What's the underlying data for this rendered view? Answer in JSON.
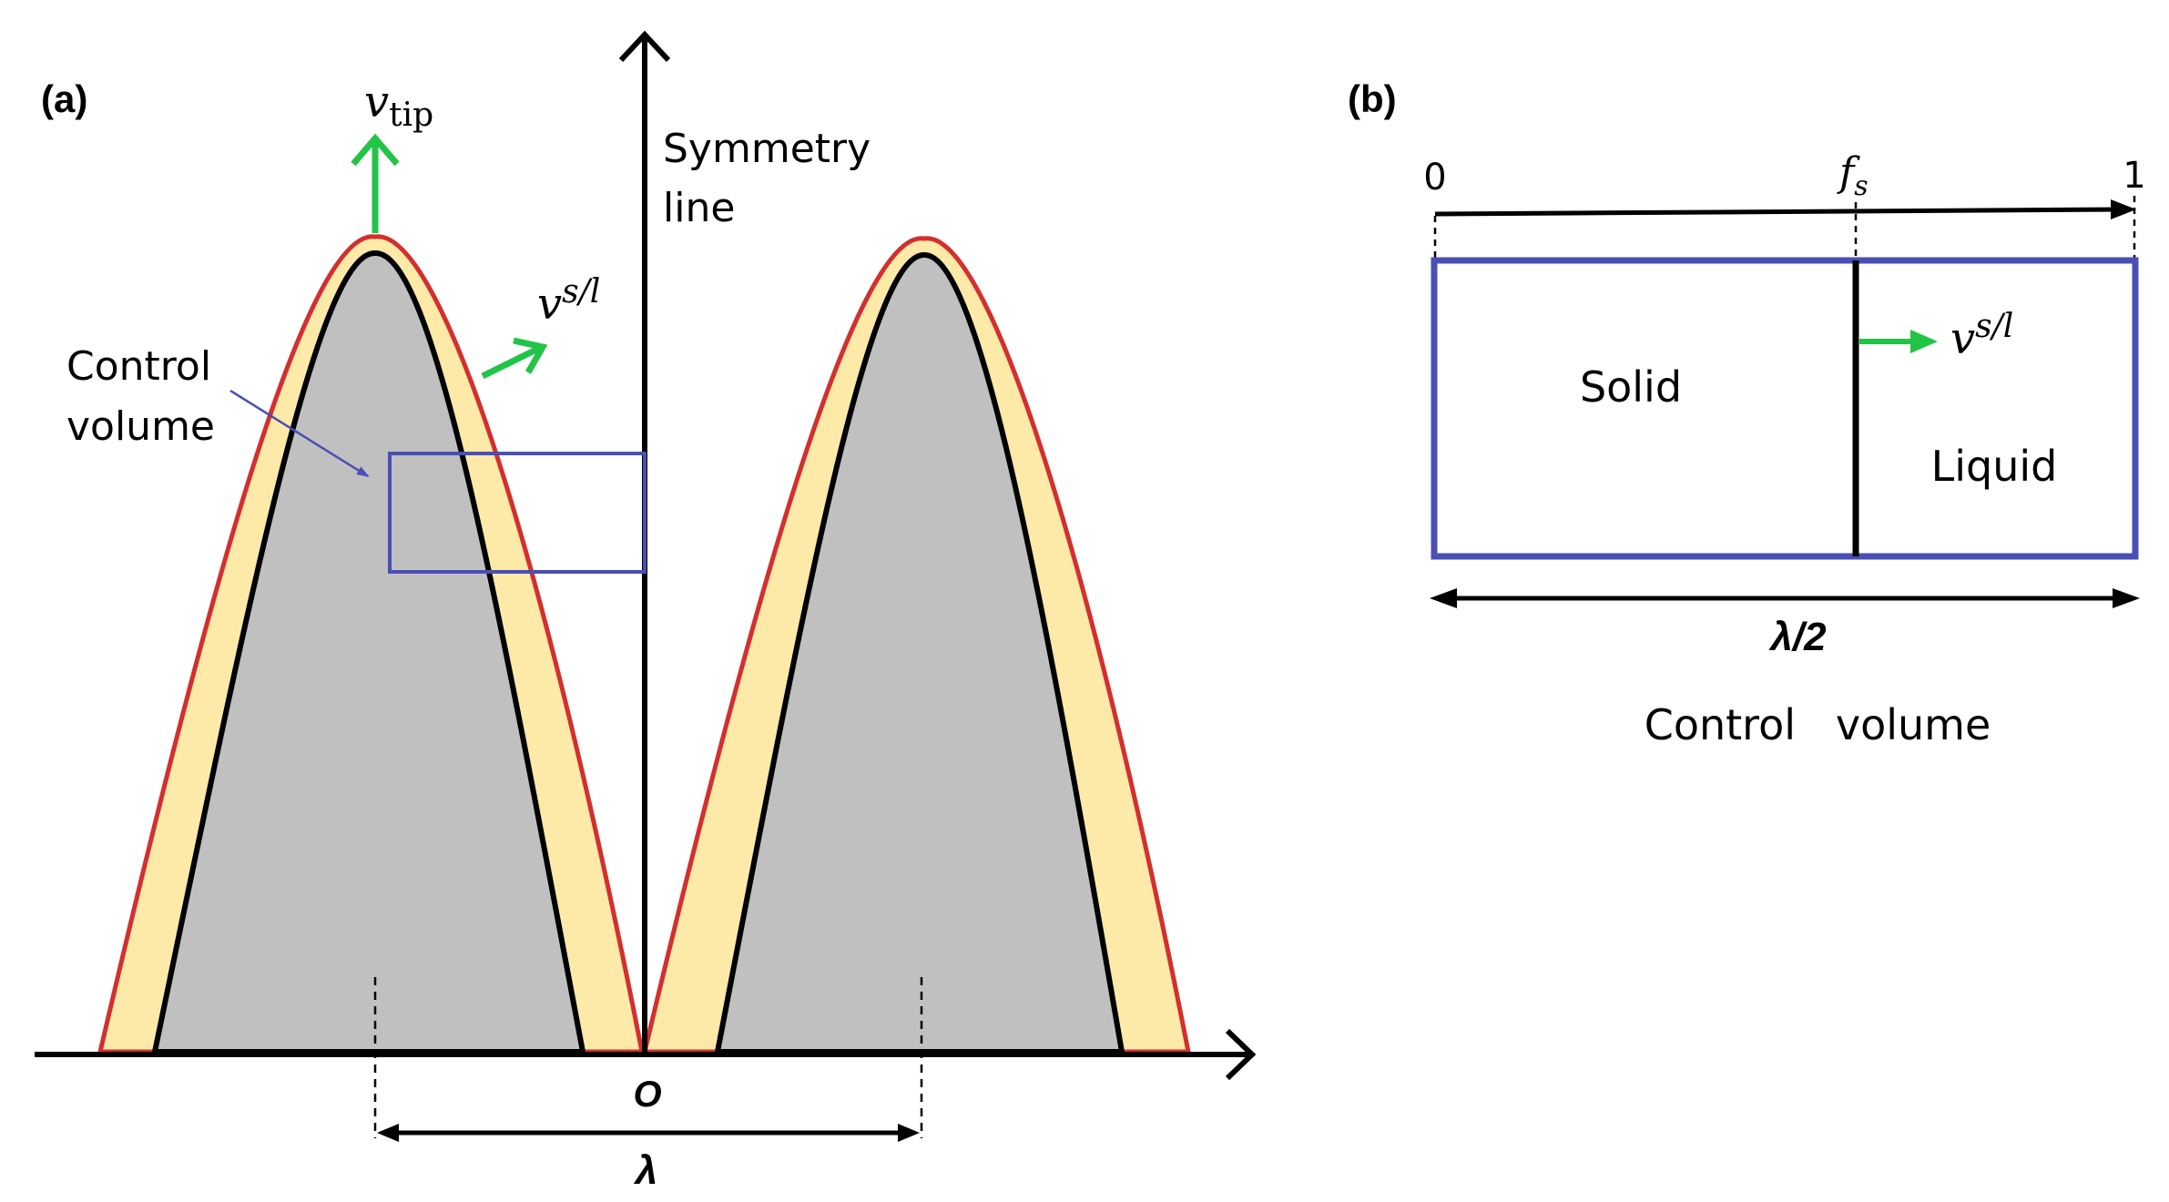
{
  "panel_a": {
    "label": "(a)",
    "v_tip": {
      "symbol": "v",
      "subscript": "tip"
    },
    "v_sl": {
      "symbol": "v",
      "superscript": "s/l"
    },
    "symmetry_label": [
      "Symmetry",
      "line"
    ],
    "control_volume_label": [
      "Control",
      "volume"
    ],
    "origin_label": "O",
    "lambda_label": "λ"
  },
  "panel_b": {
    "label": "(b)",
    "scale_start": "0",
    "scale_fs": {
      "symbol": "f",
      "subscript": "s"
    },
    "scale_end": "1",
    "v_sl": {
      "symbol": "v",
      "superscript": "s/l"
    },
    "solid_label": "Solid",
    "liquid_label": "Liquid",
    "width_label": "λ/2",
    "caption": "Control   volume"
  },
  "colors": {
    "solid_fill": "#c0c0c0",
    "mushy_fill": "#fde9a8",
    "liquidus_line": "#d32f2f",
    "solidus_line": "#000000",
    "velocity_arrow": "#22c447",
    "control_volume": "#4a4fb5"
  }
}
